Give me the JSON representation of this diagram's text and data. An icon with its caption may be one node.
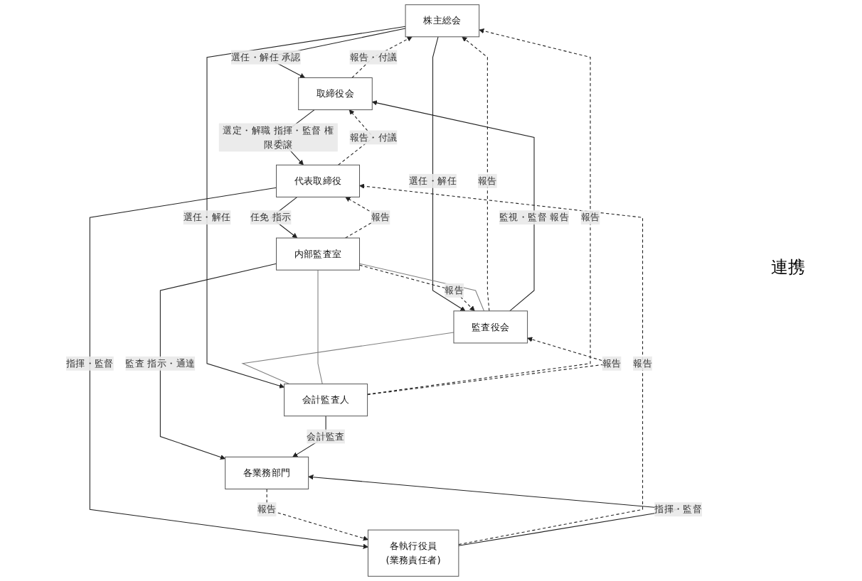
{
  "diagram": {
    "nodes": [
      {
        "text": [
          "株主総会"
        ]
      },
      {
        "text": [
          "取締役会"
        ]
      },
      {
        "text": [
          "監査役会"
        ]
      },
      {
        "text": [
          "代表取締役"
        ]
      },
      {
        "text": [
          "内部監査室"
        ]
      },
      {
        "text": [
          "会計監査人"
        ]
      },
      {
        "text": [
          "各業務部門"
        ]
      },
      {
        "text": [
          "各執行役員",
          "(業務責任者)"
        ]
      }
    ],
    "edges": [
      {
        "from": 1,
        "to": 0,
        "arrow": "to",
        "style": "dashed",
        "label": "報告・付議"
      },
      {
        "from": 0,
        "to": 1,
        "arrow": "to",
        "label": "選任・解任 承認"
      },
      {
        "from": 2,
        "to": 0,
        "arrow": "to",
        "style": "dashed",
        "label": "報告"
      },
      {
        "from": 0,
        "to": 2,
        "arrow": "to",
        "label": "選任・解任"
      },
      {
        "from": 5,
        "to": 0,
        "arrow": "to",
        "style": "dashed",
        "label": "報告"
      },
      {
        "from": 0,
        "to": 5,
        "arrow": "to",
        "label": "選任・解任"
      },
      {
        "from": 2,
        "to": 1,
        "arrow": "to",
        "label": "監視・監督 報告"
      },
      {
        "from": 3,
        "to": 1,
        "arrow": "to",
        "style": "dashed",
        "label": "報告・付議"
      },
      {
        "from": 1,
        "to": 3,
        "arrow": "to",
        "label": "選定・解職 指揮・監督 権限委譲"
      },
      {
        "from": 3,
        "to": 4,
        "arrow": "to",
        "label": "任免 指示"
      },
      {
        "from": 4,
        "to": 3,
        "arrow": "to",
        "style": "dashed",
        "label": "報告"
      },
      {
        "from": 4,
        "to": 2,
        "arrow": "to",
        "style": "dashed",
        "label": "報告"
      },
      {
        "from": 5,
        "to": 2,
        "arrow": "to",
        "style": "dashed",
        "label": "報告"
      },
      {
        "from": 4,
        "to": 2,
        "arrow": "none",
        "color": "#808080"
      },
      {
        "from": 2,
        "to": 5,
        "arrow": "none",
        "color": "#808080"
      },
      {
        "from": 4,
        "to": 5,
        "arrow": "none",
        "color": "#808080"
      },
      {
        "from": 4,
        "to": 6,
        "arrow": "to",
        "label": "監査 指示・通達"
      },
      {
        "from": 5,
        "to": 6,
        "arrow": "to",
        "label": "会計監査"
      },
      {
        "from": 7,
        "to": 3,
        "arrow": "to",
        "style": "dashed",
        "label": "報告"
      },
      {
        "from": 3,
        "to": 7,
        "arrow": "to",
        "label": "指揮・監督"
      },
      {
        "from": 6,
        "to": 7,
        "arrow": "to",
        "style": "dashed",
        "label": "報告"
      },
      {
        "from": 7,
        "to": 6,
        "arrow": "to",
        "label": "指揮・監督"
      }
    ],
    "labels": [
      "連携"
    ]
  }
}
